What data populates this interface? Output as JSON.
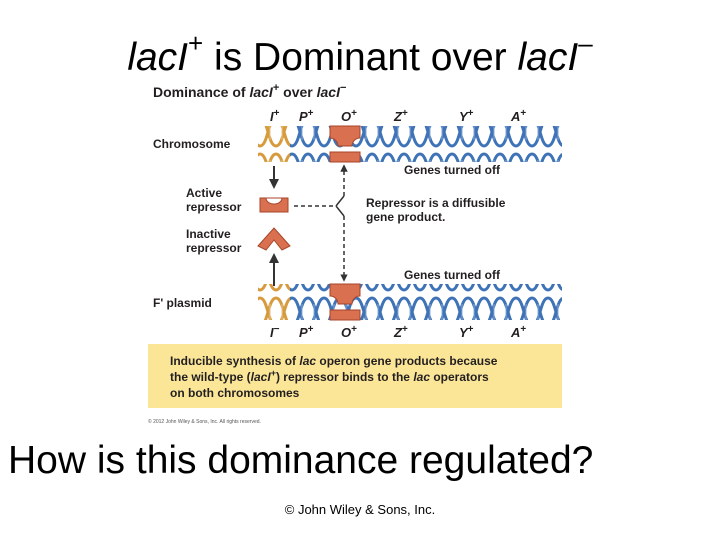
{
  "slide": {
    "title_gene_a": "lacI",
    "title_sup_a": "+",
    "title_middle": " is Dominant over ",
    "title_gene_b": "lacI",
    "title_sup_b": "–",
    "question": "How is this dominance regulated?",
    "footer": "© John Wiley & Sons, Inc."
  },
  "figure": {
    "heading_prefix": "Dominance of ",
    "heading_gene_a": "lacI",
    "heading_sup_a": "+",
    "heading_middle": " over ",
    "heading_gene_b": "lacI",
    "heading_sup_b": "−",
    "labels": {
      "chromosome": "Chromosome",
      "active_repressor_1": "Active",
      "active_repressor_2": "repressor",
      "inactive_repressor_1": "Inactive",
      "inactive_repressor_2": "repressor",
      "f_plasmid": "F' plasmid",
      "genes_off_top": "Genes turned off",
      "genes_off_bottom": "Genes turned off",
      "diffusible_1": "Repressor is a diffusible",
      "diffusible_2": "gene product."
    },
    "chromosome_genes": [
      {
        "name": "I",
        "sup": "+"
      },
      {
        "name": "P",
        "sup": "+"
      },
      {
        "name": "O",
        "sup": "+"
      },
      {
        "name": "Z",
        "sup": "+"
      },
      {
        "name": "Y",
        "sup": "+"
      },
      {
        "name": "A",
        "sup": "+"
      }
    ],
    "plasmid_genes": [
      {
        "name": "I",
        "sup": "−"
      },
      {
        "name": "P",
        "sup": "+"
      },
      {
        "name": "O",
        "sup": "+"
      },
      {
        "name": "Z",
        "sup": "+"
      },
      {
        "name": "Y",
        "sup": "+"
      },
      {
        "name": "A",
        "sup": "+"
      }
    ],
    "box": {
      "line1_a": "Inducible synthesis of ",
      "line1_b": "lac",
      "line1_c": " operon gene products because",
      "line2_a": "the wild-type (",
      "line2_b": "lacI",
      "line2_sup": "+",
      "line2_c": ") repressor binds to the ",
      "line2_d": "lac",
      "line2_e": " operators",
      "line3": "on both chromosomes"
    },
    "copyright": "© 2012 John Wiley & Sons, Inc. All rights reserved.",
    "colors": {
      "i_gene_strand": "#d79a3c",
      "dna_strand": "#3f73b7",
      "repressor": "#d9704f",
      "box_fill": "#fbe698",
      "arrow": "#333333"
    }
  }
}
